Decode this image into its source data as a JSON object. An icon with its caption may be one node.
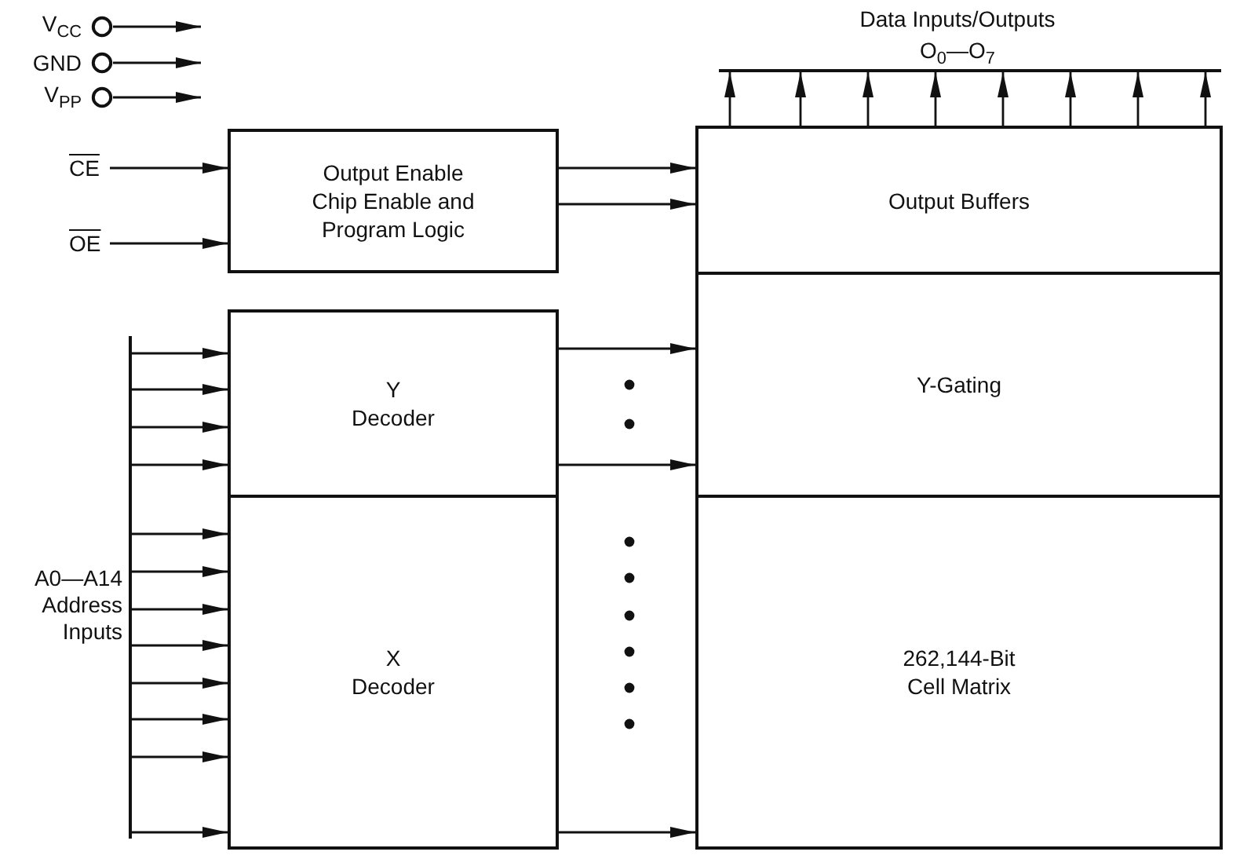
{
  "diagram": {
    "nodes": [
      {
        "text": [
          "V$_{CC}$"
        ]
      },
      {
        "text": [
          "GND"
        ]
      },
      {
        "text": [
          "V$_{PP}$"
        ]
      },
      {
        "text": [
          "CE"
        ]
      },
      {
        "text": [
          "OE"
        ]
      },
      {
        "text": [
          "Output Enable Chip Enable and Program Logic"
        ]
      },
      {
        "text": [
          "Y Decoder"
        ]
      },
      {
        "text": [
          "X Decoder"
        ]
      },
      {
        "text": [
          "Output Buffers"
        ]
      },
      {
        "text": [
          "Y-Gating"
        ]
      },
      {
        "text": [
          "262,144-Bit Cell Matrix"
        ]
      },
      {
        "text": [],
        "shape": "bar",
        "beside": [
          "A0—A14 Address Inputs"
        ]
      },
      {
        "text": [],
        "shape": "bar",
        "beside": [
          "Data Inputs/Outputs",
          "O$_{0}$—O$_{7}$"
        ]
      }
    ],
    "edges": [
      {
        "from": 0,
        "to": null,
        "arrow": "to"
      },
      {
        "from": 1,
        "to": null,
        "arrow": "to"
      },
      {
        "from": 2,
        "to": null,
        "arrow": "to"
      },
      {
        "from": 3,
        "to": 5,
        "arrow": "to"
      },
      {
        "from": 4,
        "to": 5,
        "arrow": "to"
      },
      {
        "from": 5,
        "to": 8,
        "arrow": "to"
      },
      {
        "from": 5,
        "to": 8,
        "arrow": "to"
      },
      {
        "from": 11,
        "to": 6,
        "arrow": "to"
      },
      {
        "from": 11,
        "to": 6,
        "arrow": "to"
      },
      {
        "from": 11,
        "to": 6,
        "arrow": "to"
      },
      {
        "from": 11,
        "to": 6,
        "arrow": "to"
      },
      {
        "from": 11,
        "to": 7,
        "arrow": "to"
      },
      {
        "from": 11,
        "to": 7,
        "arrow": "to"
      },
      {
        "from": 11,
        "to": 7,
        "arrow": "to"
      },
      {
        "from": 11,
        "to": 7,
        "arrow": "to"
      },
      {
        "from": 11,
        "to": 7,
        "arrow": "to"
      },
      {
        "from": 11,
        "to": 7,
        "arrow": "to"
      },
      {
        "from": 11,
        "to": 7,
        "arrow": "to"
      },
      {
        "from": 11,
        "to": 7,
        "arrow": "to"
      },
      {
        "from": 6,
        "to": 9,
        "arrow": "to"
      },
      {
        "from": 6,
        "to": 9,
        "arrow": "to"
      },
      {
        "from": 7,
        "to": 10,
        "arrow": "to"
      },
      {
        "from": 8,
        "to": 12,
        "arrow": "to"
      },
      {
        "from": 8,
        "to": 12,
        "arrow": "to"
      },
      {
        "from": 8,
        "to": 12,
        "arrow": "to"
      },
      {
        "from": 8,
        "to": 12,
        "arrow": "to"
      },
      {
        "from": 8,
        "to": 12,
        "arrow": "to"
      },
      {
        "from": 8,
        "to": 12,
        "arrow": "to"
      },
      {
        "from": 8,
        "to": 12,
        "arrow": "to"
      },
      {
        "from": 8,
        "to": 12,
        "arrow": "to"
      }
    ]
  }
}
